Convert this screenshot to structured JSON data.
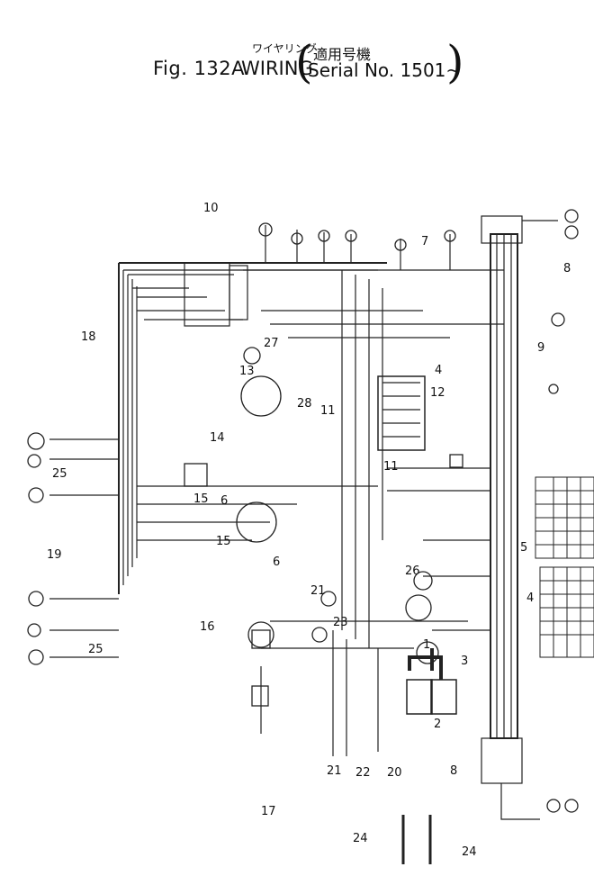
{
  "header": {
    "figure_id": "Fig. 132A",
    "title": "WIRING",
    "japanese_title": "ワイヤリング",
    "japanese_serial": "適用号機",
    "serial": "Serial No. 1501~"
  },
  "callouts": [
    {
      "id": "c1",
      "label": "1"
    },
    {
      "id": "c2",
      "label": "2"
    },
    {
      "id": "c3",
      "label": "3"
    },
    {
      "id": "c4a",
      "label": "4"
    },
    {
      "id": "c4b",
      "label": "4"
    },
    {
      "id": "c5",
      "label": "5"
    },
    {
      "id": "c6a",
      "label": "6"
    },
    {
      "id": "c6b",
      "label": "6"
    },
    {
      "id": "c7",
      "label": "7"
    },
    {
      "id": "c8a",
      "label": "8"
    },
    {
      "id": "c8b",
      "label": "8"
    },
    {
      "id": "c9",
      "label": "9"
    },
    {
      "id": "c10",
      "label": "10"
    },
    {
      "id": "c11a",
      "label": "11"
    },
    {
      "id": "c11b",
      "label": "11"
    },
    {
      "id": "c12",
      "label": "12"
    },
    {
      "id": "c13",
      "label": "13"
    },
    {
      "id": "c14",
      "label": "14"
    },
    {
      "id": "c15a",
      "label": "15"
    },
    {
      "id": "c15b",
      "label": "15"
    },
    {
      "id": "c16",
      "label": "16"
    },
    {
      "id": "c17",
      "label": "17"
    },
    {
      "id": "c18",
      "label": "18"
    },
    {
      "id": "c19",
      "label": "19"
    },
    {
      "id": "c20",
      "label": "20"
    },
    {
      "id": "c21a",
      "label": "21"
    },
    {
      "id": "c21b",
      "label": "21"
    },
    {
      "id": "c22",
      "label": "22"
    },
    {
      "id": "c23",
      "label": "23"
    },
    {
      "id": "c24a",
      "label": "24"
    },
    {
      "id": "c24b",
      "label": "24"
    },
    {
      "id": "c25a",
      "label": "25"
    },
    {
      "id": "c25b",
      "label": "25"
    },
    {
      "id": "c26",
      "label": "26"
    },
    {
      "id": "c27",
      "label": "27"
    },
    {
      "id": "c28",
      "label": "28"
    }
  ]
}
